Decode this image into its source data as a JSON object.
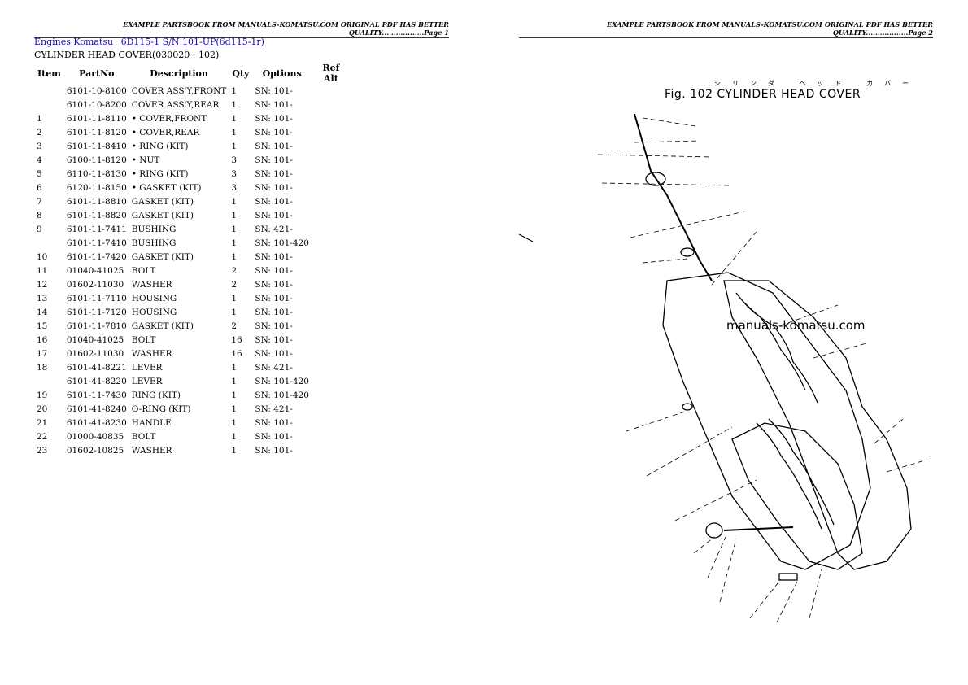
{
  "headers": {
    "page1": "EXAMPLE PARTSBOOK FROM MANUALS-KOMATSU.COM ORIGINAL PDF HAS BETTER QUALITY..................Page 1",
    "page2": "EXAMPLE PARTSBOOK FROM MANUALS-KOMATSU.COM ORIGINAL PDF HAS BETTER QUALITY..................Page 2"
  },
  "breadcrumb": {
    "link1": "Engines Komatsu",
    "link2": "6D115-1 S/N 101-UP(6d115-1r)"
  },
  "section_title": "CYLINDER HEAD COVER(030020 : 102)",
  "columns": [
    "Item",
    "PartNo",
    "Description",
    "Qty",
    "Options",
    "Ref Alt"
  ],
  "rows": [
    {
      "item": "",
      "part": "6101-10-8100",
      "desc": "COVER ASS'Y,FRONT",
      "qty": "1",
      "opt": "SN: 101-"
    },
    {
      "item": "",
      "part": "6101-10-8200",
      "desc": "COVER ASS'Y,REAR",
      "qty": "1",
      "opt": "SN: 101-"
    },
    {
      "item": "1",
      "part": "6101-11-8110",
      "desc": "• COVER,FRONT",
      "qty": "1",
      "opt": "SN: 101-"
    },
    {
      "item": "2",
      "part": "6101-11-8120",
      "desc": "• COVER,REAR",
      "qty": "1",
      "opt": "SN: 101-"
    },
    {
      "item": "3",
      "part": "6101-11-8410",
      "desc": "• RING (KIT)",
      "qty": "1",
      "opt": "SN: 101-"
    },
    {
      "item": "4",
      "part": "6100-11-8120",
      "desc": "• NUT",
      "qty": "3",
      "opt": "SN: 101-"
    },
    {
      "item": "5",
      "part": "6110-11-8130",
      "desc": "• RING (KIT)",
      "qty": "3",
      "opt": "SN: 101-"
    },
    {
      "item": "6",
      "part": "6120-11-8150",
      "desc": "• GASKET (KIT)",
      "qty": "3",
      "opt": "SN: 101-"
    },
    {
      "item": "7",
      "part": "6101-11-8810",
      "desc": "GASKET (KIT)",
      "qty": "1",
      "opt": "SN: 101-"
    },
    {
      "item": "8",
      "part": "6101-11-8820",
      "desc": "GASKET (KIT)",
      "qty": "1",
      "opt": "SN: 101-"
    },
    {
      "item": "9",
      "part": "6101-11-7411",
      "desc": "BUSHING",
      "qty": "1",
      "opt": "SN: 421-"
    },
    {
      "item": "",
      "part": "6101-11-7410",
      "desc": "BUSHING",
      "qty": "1",
      "opt": "SN: 101-420"
    },
    {
      "item": "10",
      "part": "6101-11-7420",
      "desc": "GASKET (KIT)",
      "qty": "1",
      "opt": "SN: 101-"
    },
    {
      "item": "11",
      "part": "01040-41025",
      "desc": "BOLT",
      "qty": "2",
      "opt": "SN: 101-"
    },
    {
      "item": "12",
      "part": "01602-11030",
      "desc": "WASHER",
      "qty": "2",
      "opt": "SN: 101-"
    },
    {
      "item": "13",
      "part": "6101-11-7110",
      "desc": "HOUSING",
      "qty": "1",
      "opt": "SN: 101-"
    },
    {
      "item": "14",
      "part": "6101-11-7120",
      "desc": "HOUSING",
      "qty": "1",
      "opt": "SN: 101-"
    },
    {
      "item": "15",
      "part": "6101-11-7810",
      "desc": "GASKET (KIT)",
      "qty": "2",
      "opt": "SN: 101-"
    },
    {
      "item": "16",
      "part": "01040-41025",
      "desc": "BOLT",
      "qty": "16",
      "opt": "SN: 101-"
    },
    {
      "item": "17",
      "part": "01602-11030",
      "desc": "WASHER",
      "qty": "16",
      "opt": "SN: 101-"
    },
    {
      "item": "18",
      "part": "6101-41-8221",
      "desc": "LEVER",
      "qty": "1",
      "opt": "SN: 421-"
    },
    {
      "item": "",
      "part": "6101-41-8220",
      "desc": "LEVER",
      "qty": "1",
      "opt": "SN: 101-420"
    },
    {
      "item": "19",
      "part": "6101-11-7430",
      "desc": "RING (KIT)",
      "qty": "1",
      "opt": "SN: 101-420"
    },
    {
      "item": "20",
      "part": "6101-41-8240",
      "desc": "O-RING (KIT)",
      "qty": "1",
      "opt": "SN: 421-"
    },
    {
      "item": "21",
      "part": "6101-41-8230",
      "desc": "HANDLE",
      "qty": "1",
      "opt": "SN: 101-"
    },
    {
      "item": "22",
      "part": "01000-40835",
      "desc": "BOLT",
      "qty": "1",
      "opt": "SN: 101-"
    },
    {
      "item": "23",
      "part": "01602-10825",
      "desc": "WASHER",
      "qty": "1",
      "opt": "SN: 101-"
    }
  ],
  "figure": {
    "title": "Fig. 102  CYLINDER  HEAD  COVER",
    "japanese": "シリンダ ヘッド カバー",
    "watermark": "manuals-komatsu.com"
  }
}
